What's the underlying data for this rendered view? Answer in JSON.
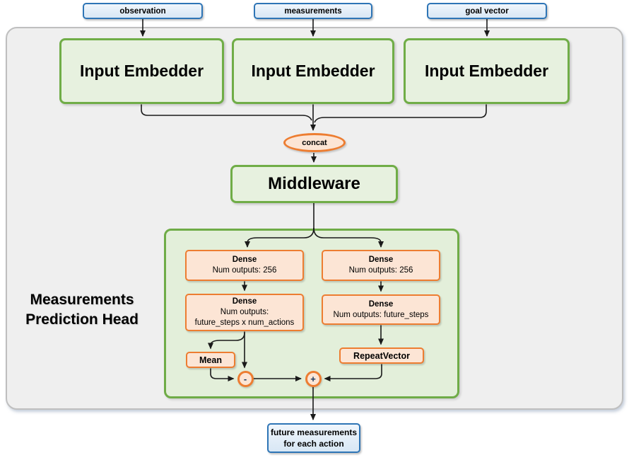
{
  "inputs": [
    {
      "label": "observation"
    },
    {
      "label": "measurements"
    },
    {
      "label": "goal vector"
    }
  ],
  "embedders": [
    {
      "label": "Input Embedder"
    },
    {
      "label": "Input Embedder"
    },
    {
      "label": "Input Embedder"
    }
  ],
  "concat": {
    "label": "concat"
  },
  "middleware": {
    "label": "Middleware"
  },
  "head": {
    "label_line1": "Measurements",
    "label_line2": "Prediction Head"
  },
  "left_branch": {
    "dense1": {
      "title": "Dense",
      "subtitle": "Num outputs: 256"
    },
    "dense2": {
      "title": "Dense",
      "subtitle_line1": "Num outputs:",
      "subtitle_line2": "future_steps x num_actions"
    },
    "mean": {
      "label": "Mean"
    },
    "minus_op": {
      "label": "-"
    }
  },
  "right_branch": {
    "dense1": {
      "title": "Dense",
      "subtitle": "Num outputs: 256"
    },
    "dense2": {
      "title": "Dense",
      "subtitle": "Num outputs: future_steps"
    },
    "repeat_vector": {
      "label": "RepeatVector"
    },
    "plus_op": {
      "label": "+"
    }
  },
  "output": {
    "label_line1": "future measurements",
    "label_line2": "for each action"
  },
  "colors": {
    "green_border": "#70AD47",
    "green_fill": "#E7F1DF",
    "orange_border": "#ED7D31",
    "orange_fill": "#FCE5D5",
    "blue_border": "#2E75B6",
    "blue_fill": "#DCE9F6",
    "outer_fill": "#EFEFEF",
    "outer_border": "#BFBFBF",
    "connector": "#1A1A1A"
  }
}
